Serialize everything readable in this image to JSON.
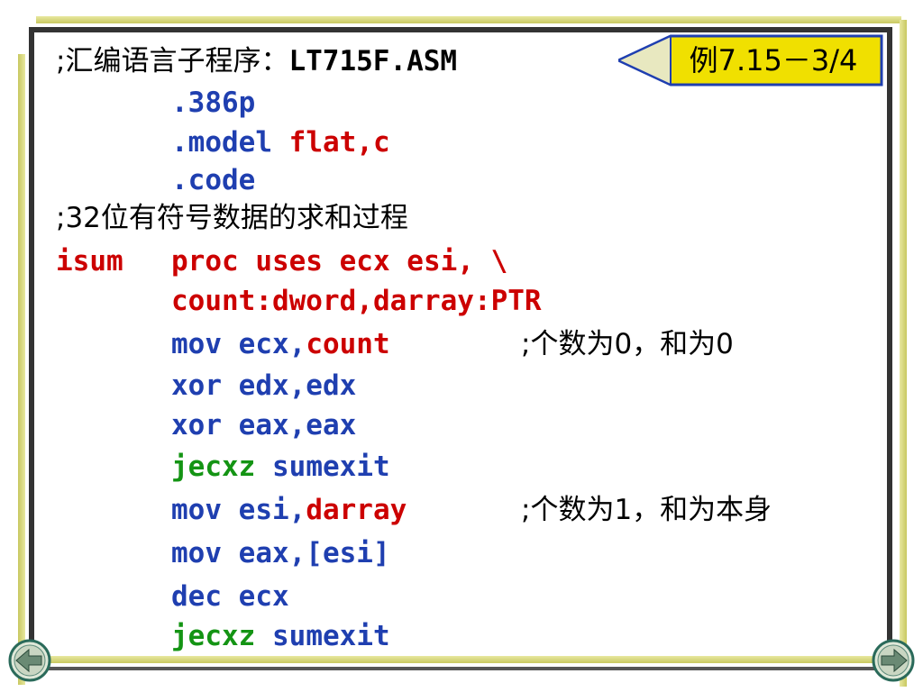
{
  "slide": {
    "badge": "例7.15－3/4",
    "header_comment": ";汇编语言子程序：",
    "file_name": "LT715F.ASM",
    "code": {
      "d386": ".386p",
      "model_kw": ".model",
      "model_arg": "flat,c",
      "code_dir": ".code",
      "comment_proc": ";32位有符号数据的求和过程",
      "proc_name": "isum",
      "proc_decl": "proc uses ecx esi, \\",
      "proc_params": "count:dword,darray:PTR",
      "l1_op": "mov ecx,",
      "l1_arg": "count",
      "l1_comment": ";个数为0，和为0",
      "l2": "xor edx,edx",
      "l3": "xor eax,eax",
      "l4_op": "jecxz",
      "l4_arg": "sumexit",
      "l5_op": "mov esi,",
      "l5_arg": "darray",
      "l5_comment": ";个数为1，和为本身",
      "l6": "mov eax,[esi]",
      "l7": "dec ecx",
      "l8_op": "jecxz",
      "l8_arg": "sumexit"
    }
  },
  "colors": {
    "keyword_blue": "#1f3fb0",
    "operand_red": "#cc0000",
    "jump_green": "#149414",
    "badge_yellow": "#f0e000",
    "frame_gold": "#c8c860"
  },
  "nav": {
    "prev_icon": "back-arrow-icon",
    "next_icon": "forward-arrow-icon"
  }
}
